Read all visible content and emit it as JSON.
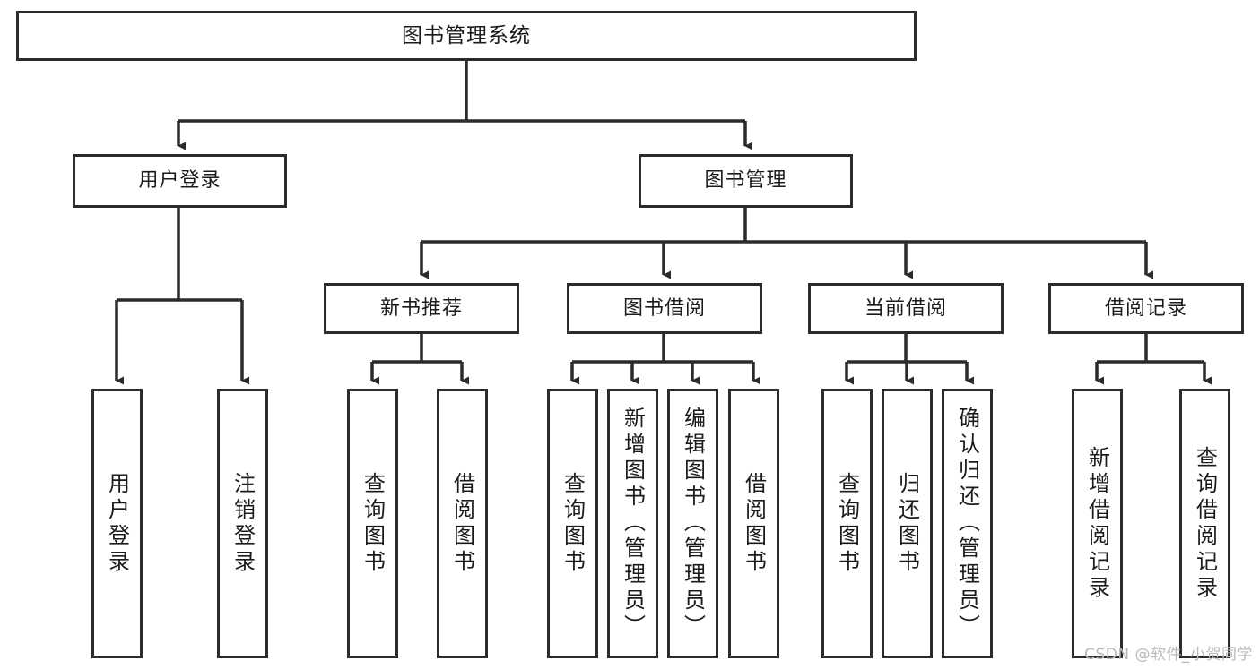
{
  "diagram": {
    "title": "图书管理系统",
    "type": "tree-hierarchy",
    "root": {
      "label": "图书管理系统"
    },
    "level2": [
      {
        "label": "用户登录"
      },
      {
        "label": "图书管理"
      }
    ],
    "level3": [
      {
        "label": "新书推荐"
      },
      {
        "label": "图书借阅"
      },
      {
        "label": "当前借阅"
      },
      {
        "label": "借阅记录"
      }
    ],
    "leaves": {
      "user_login": [
        {
          "label": "用户登录"
        },
        {
          "label": "注销登录"
        }
      ],
      "new_book_recommend": [
        {
          "label": "查询图书"
        },
        {
          "label": "借阅图书"
        }
      ],
      "book_borrow": [
        {
          "label": "查询图书"
        },
        {
          "label": "新增图书（管理员）"
        },
        {
          "label": "编辑图书（管理员）"
        },
        {
          "label": "借阅图书"
        }
      ],
      "current_borrow": [
        {
          "label": "查询图书"
        },
        {
          "label": "归还图书"
        },
        {
          "label": "确认归还（管理员）"
        }
      ],
      "borrow_record": [
        {
          "label": "新增借阅记录"
        },
        {
          "label": "查询借阅记录"
        }
      ]
    }
  },
  "watermark": {
    "text": "CSDN @软件_小贺同学"
  },
  "colors": {
    "stroke": "#2b2b2b",
    "background": "#ffffff",
    "text": "#1b1b1b",
    "watermark": "#b9b9b9"
  }
}
